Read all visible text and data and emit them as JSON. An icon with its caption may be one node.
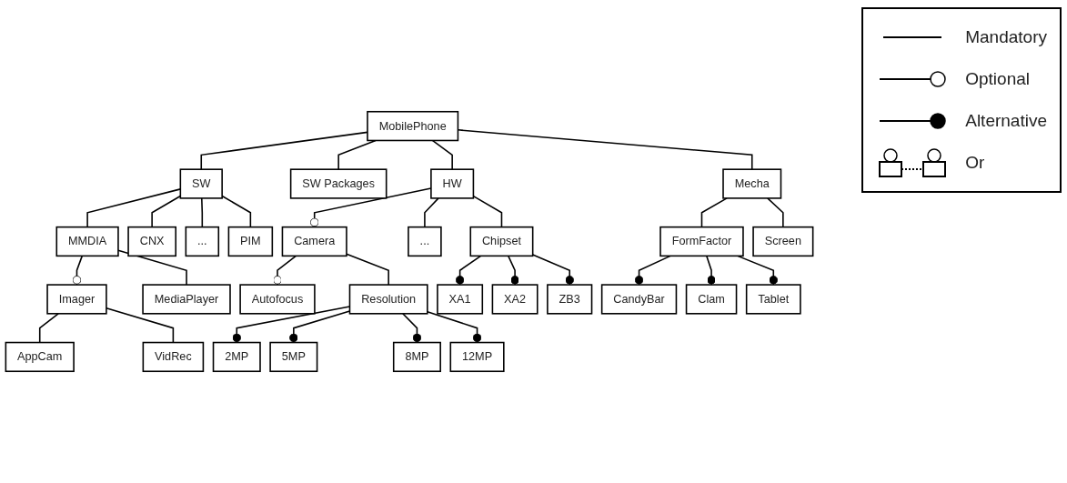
{
  "diagram": {
    "nodes": [
      {
        "text": [
          "MobilePhone"
        ]
      },
      {
        "text": [
          "SW"
        ]
      },
      {
        "text": [
          "SW Packages"
        ]
      },
      {
        "text": [
          "HW"
        ]
      },
      {
        "text": [
          "Mecha"
        ]
      },
      {
        "text": [
          "MMDIA"
        ]
      },
      {
        "text": [
          "CNX"
        ]
      },
      {
        "text": [
          "..."
        ]
      },
      {
        "text": [
          "PIM"
        ]
      },
      {
        "text": [
          "Camera"
        ]
      },
      {
        "text": [
          "..."
        ]
      },
      {
        "text": [
          "Chipset"
        ]
      },
      {
        "text": [
          "FormFactor"
        ]
      },
      {
        "text": [
          "Screen"
        ]
      },
      {
        "text": [
          "Imager"
        ]
      },
      {
        "text": [
          "MediaPlayer"
        ]
      },
      {
        "text": [
          "Autofocus"
        ]
      },
      {
        "text": [
          "Resolution"
        ]
      },
      {
        "text": [
          "XA1"
        ]
      },
      {
        "text": [
          "XA2"
        ]
      },
      {
        "text": [
          "ZB3"
        ]
      },
      {
        "text": [
          "CandyBar"
        ]
      },
      {
        "text": [
          "Clam"
        ]
      },
      {
        "text": [
          "Tablet"
        ]
      },
      {
        "text": [
          "AppCam"
        ]
      },
      {
        "text": [
          "VidRec"
        ]
      },
      {
        "text": [
          "2MP"
        ]
      },
      {
        "text": [
          "5MP"
        ]
      },
      {
        "text": [
          "8MP"
        ]
      },
      {
        "text": [
          "12MP"
        ]
      }
    ],
    "edges": [
      {
        "from": 0,
        "to": 1,
        "arrow": "none"
      },
      {
        "from": 0,
        "to": 2,
        "arrow": "none"
      },
      {
        "from": 0,
        "to": 3,
        "arrow": "none"
      },
      {
        "from": 0,
        "to": 4,
        "arrow": "none"
      },
      {
        "from": 1,
        "to": 5,
        "arrow": "none"
      },
      {
        "from": 1,
        "to": 6,
        "arrow": "none"
      },
      {
        "from": 1,
        "to": 7,
        "arrow": "none"
      },
      {
        "from": 1,
        "to": 8,
        "arrow": "none"
      },
      {
        "from": 3,
        "to": 9,
        "arrow": "other"
      },
      {
        "from": 3,
        "to": 10,
        "arrow": "none"
      },
      {
        "from": 3,
        "to": 11,
        "arrow": "none"
      },
      {
        "from": 4,
        "to": 12,
        "arrow": "none"
      },
      {
        "from": 4,
        "to": 13,
        "arrow": "none"
      },
      {
        "from": 5,
        "to": 14,
        "arrow": "other"
      },
      {
        "from": 5,
        "to": 15,
        "arrow": "none"
      },
      {
        "from": 9,
        "to": 16,
        "arrow": "other"
      },
      {
        "from": 9,
        "to": 17,
        "arrow": "none"
      },
      {
        "from": 11,
        "to": 18,
        "arrow": "other"
      },
      {
        "from": 11,
        "to": 19,
        "arrow": "other"
      },
      {
        "from": 11,
        "to": 20,
        "arrow": "other"
      },
      {
        "from": 12,
        "to": 21,
        "arrow": "other"
      },
      {
        "from": 12,
        "to": 22,
        "arrow": "other"
      },
      {
        "from": 12,
        "to": 23,
        "arrow": "other"
      },
      {
        "from": 14,
        "to": 24,
        "arrow": "none"
      },
      {
        "from": 14,
        "to": 25,
        "arrow": "none"
      },
      {
        "from": 17,
        "to": 26,
        "arrow": "other"
      },
      {
        "from": 17,
        "to": 27,
        "arrow": "other"
      },
      {
        "from": 17,
        "to": 28,
        "arrow": "other"
      },
      {
        "from": 17,
        "to": 29,
        "arrow": "other"
      }
    ],
    "legend": [
      {
        "text": "Mandatory"
      },
      {
        "text": "Optional"
      },
      {
        "text": "Alternative"
      },
      {
        "text": "Or"
      }
    ]
  }
}
